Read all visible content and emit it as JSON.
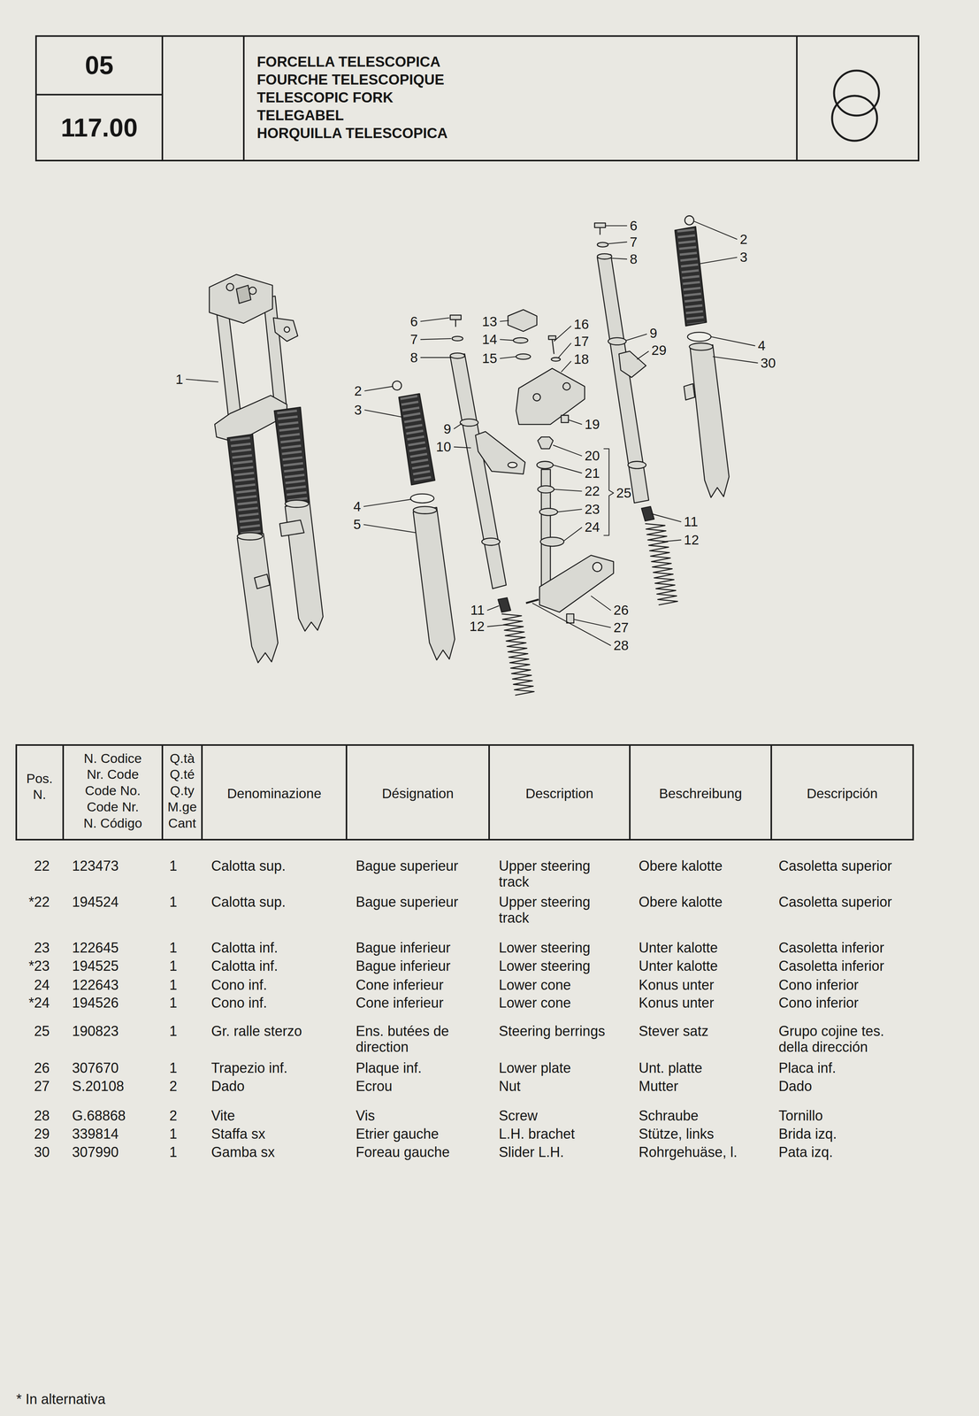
{
  "diagram": {
    "nodes": [
      {
        "text": [
          "05"
        ]
      },
      {
        "text": [
          "117.00"
        ]
      },
      {
        "text": [
          "FORCELLA TELESCOPICA",
          "FOURCHE TELESCOPIQUE",
          "TELESCOPIC FORK",
          "TELEGABEL",
          "HORQUILLA TELESCOPICA"
        ]
      }
    ],
    "labels": [
      "1",
      "6",
      "7",
      "8",
      "2",
      "3",
      "4",
      "5",
      "9",
      "10",
      "11",
      "12",
      "13",
      "14",
      "15",
      "16",
      "17",
      "18",
      "19",
      "20",
      "21",
      "22",
      "25",
      "23",
      "24",
      "26",
      "27",
      "28",
      "6",
      "7",
      "8",
      "9",
      "29",
      "2",
      "3",
      "4",
      "30",
      "11",
      "12",
      "Pos. N.",
      "N. Codice",
      "Nr. Code",
      "Code No.",
      "Code Nr.",
      "N. Código",
      "Q.tà",
      "Q.té",
      "Q.ty",
      "M.ge",
      "Cant",
      "Denominazione",
      "Désignation",
      "Description",
      "Beschreibung",
      "Descripción",
      "22",
      "123473",
      "1",
      "Calotta sup.",
      "Bague superieur",
      "Upper steering track",
      "Obere kalotte",
      "Casoletta superior",
      "*22",
      "194524",
      "1",
      "Calotta sup.",
      "Bague superieur",
      "Upper steering track",
      "Obere kalotte",
      "Casoletta superior",
      "23",
      "122645",
      "1",
      "Calotta inf.",
      "Bague inferieur",
      "Lower steering",
      "Unter kalotte",
      "Casoletta inferior",
      "*23",
      "194525",
      "1",
      "Calotta inf.",
      "Bague inferieur",
      "Lower steering",
      "Unter kalotte",
      "Casoletta inferior",
      "24",
      "122643",
      "1",
      "Cono inf.",
      "Cone inferieur",
      "Lower cone",
      "Konus unter",
      "Cono inferior",
      "*24",
      "194526",
      "1",
      "Cono inf.",
      "Cone inferieur",
      "Lower cone",
      "Konus unter",
      "Cono inferior",
      "25",
      "190823",
      "1",
      "Gr. ralle sterzo",
      "Ens. butées de direction",
      "Steering berrings",
      "Stever satz",
      "Grupo cojine tes. della dirección",
      "26",
      "307670",
      "1",
      "Trapezio inf.",
      "Plaque inf.",
      "Lower plate",
      "Unt. platte",
      "Placa inf.",
      "27",
      "S.20108",
      "2",
      "Dado",
      "Ecrou",
      "Nut",
      "Mutter",
      "Dado",
      "28",
      "G.68868",
      "2",
      "Vite",
      "Vis",
      "Screw",
      "Schraube",
      "Tornillo",
      "29",
      "339814",
      "1",
      "Staffa sx",
      "Etrier gauche",
      "L.H. brachet",
      "Stütze, links",
      "Brida izq.",
      "30",
      "307990",
      "1",
      "Gamba sx",
      "Foreau gauche",
      "Slider L.H.",
      "Rohrgehuäse, l.",
      "Pata izq.",
      "* In alternativa"
    ]
  }
}
